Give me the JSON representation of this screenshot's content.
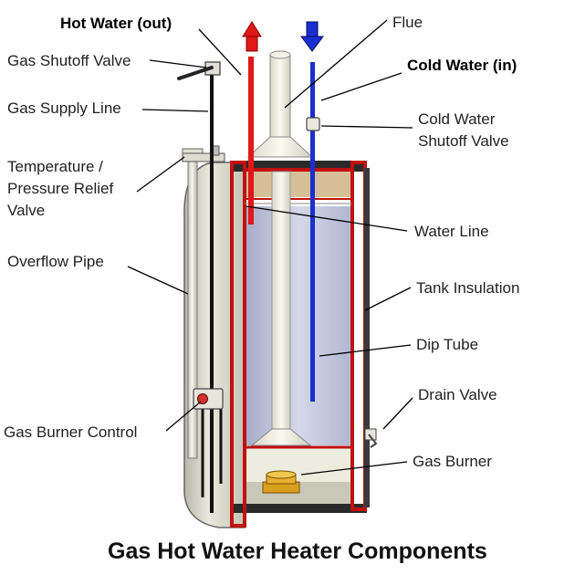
{
  "title": "Gas Hot Water Heater Components",
  "labels": {
    "hot_water_out": "Hot Water (out)",
    "flue": "Flue",
    "gas_shutoff_valve": "Gas Shutoff Valve",
    "cold_water_in": "Cold Water (in)",
    "gas_supply_line": "Gas Supply Line",
    "cold_water_shutoff_line1": "Cold Water",
    "cold_water_shutoff_line2": "Shutoff Valve",
    "temp_relief_line1": "Temperature /",
    "temp_relief_line2": "Pressure Relief",
    "temp_relief_line3": "Valve",
    "water_line": "Water Line",
    "overflow_pipe": "Overflow Pipe",
    "tank_insulation": "Tank Insulation",
    "dip_tube": "Dip Tube",
    "drain_valve": "Drain Valve",
    "gas_burner_control": "Gas Burner Control",
    "gas_burner": "Gas Burner"
  },
  "colors": {
    "hot": "#e01818",
    "cold": "#1a2fd0",
    "tank_wall": "#c01010",
    "water": "#c8cce0",
    "flue": "#eeeee0",
    "pipe": "#dcdcd0",
    "insulation_top": "#d6bf98",
    "burner": "#e8b030"
  }
}
